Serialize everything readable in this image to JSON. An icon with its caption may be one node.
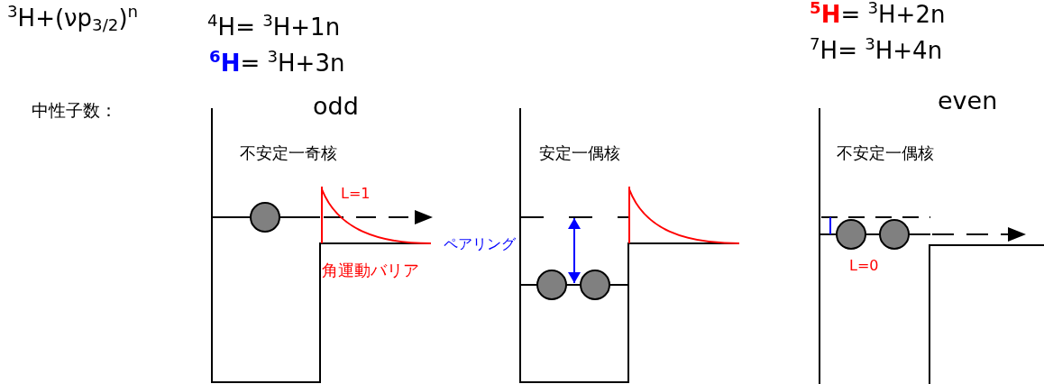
{
  "diagram": {
    "labels": [
      "$^{3}$H+(νp$_{3/2}$)$^{n}$",
      "$^{4}$H= $^{3}$H+1n",
      "$^{5}$**H**= $^{3}$H+2n",
      "$^{6}$**H**= $^{3}$H+3n",
      "$^{7}$H= $^{3}$H+4n",
      "中性子数：",
      "odd",
      "even",
      "不安定一奇核",
      "安定一偶核",
      "不安定一偶核",
      "L=1",
      "ペアリング",
      "角運動バリア",
      "L=0"
    ]
  }
}
